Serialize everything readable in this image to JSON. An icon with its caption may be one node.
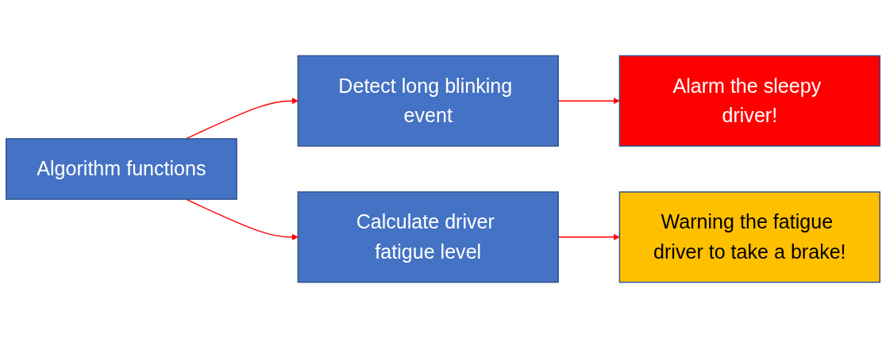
{
  "diagram": {
    "nodes": [
      {
        "text": [
          "Algorithm functions"
        ]
      },
      {
        "text": [
          "Detect long blinking event"
        ]
      },
      {
        "text": [
          "Alarm the sleepy driver!"
        ]
      },
      {
        "text": [
          "Calculate driver fatigue level"
        ]
      },
      {
        "text": [
          "Warning the fatigue driver to take a brake!"
        ]
      }
    ],
    "edges": [
      {
        "from": 0,
        "to": 1,
        "arrow": "to"
      },
      {
        "from": 1,
        "to": 2,
        "arrow": "to"
      },
      {
        "from": 0,
        "to": 3,
        "arrow": "to"
      },
      {
        "from": 3,
        "to": 4,
        "arrow": "to"
      }
    ]
  }
}
